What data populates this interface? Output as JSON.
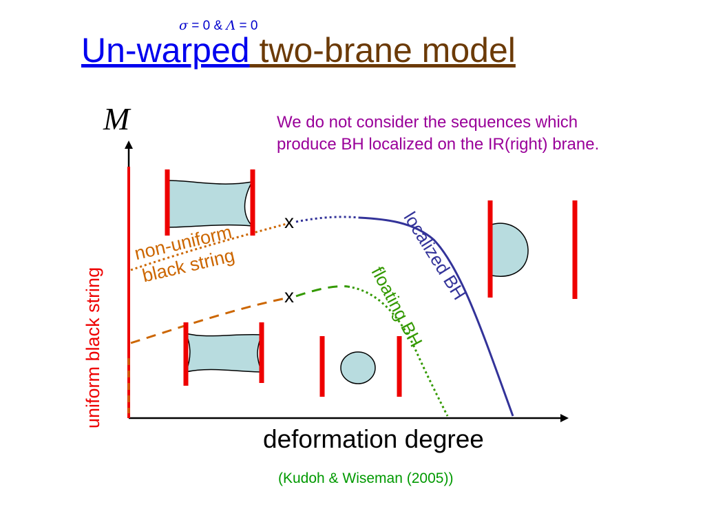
{
  "header": {
    "subtitle_sigma": "σ",
    "subtitle_text_1": " = 0  &  ",
    "subtitle_lambda": "Λ",
    "subtitle_text_2": " = 0",
    "title_part1": "Un-warped",
    "title_part2": " two-brane model"
  },
  "axes": {
    "y_label": "M",
    "x_label": "deformation degree"
  },
  "note": {
    "line1": "We do not consider the sequences which",
    "line2": "produce BH localized on the IR(right) brane."
  },
  "curves": {
    "uniform": "uniform black string",
    "nonuniform_line1": "non-uniform",
    "nonuniform_line2": "black string",
    "floating": "floating BH",
    "localized": "localized BH",
    "mark_upper": "x",
    "mark_lower": "x"
  },
  "citation": "(Kudoh & Wiseman (2005))",
  "colors": {
    "brane": "#ee0000",
    "horizon_fill": "#b8dcdf",
    "nonuniform": "#cc6600",
    "floating": "#339900",
    "localized": "#333399",
    "uniform": "#ee0000"
  }
}
